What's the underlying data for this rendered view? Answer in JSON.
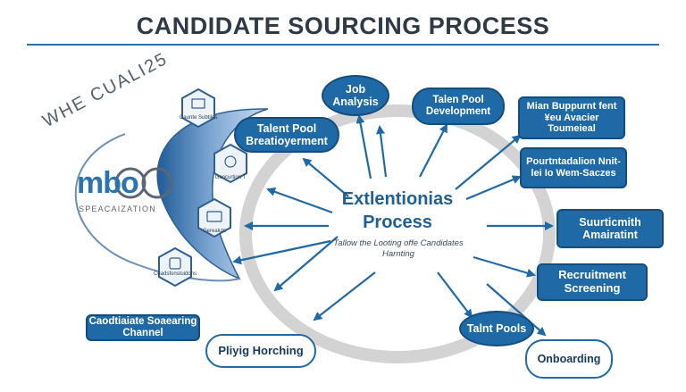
{
  "title": "CANDIDATE SOURCING PROCESS",
  "center": {
    "title": "Extlentionias Process",
    "subtitle": "Tallow the Looting offe Candidates Harnting"
  },
  "logo": {
    "arc_text": "WHE CUALI25",
    "mark": "mbo",
    "subtitle": "SPEACAIZATION"
  },
  "hexagons": [
    {
      "label": "Gaunte Subtiles"
    },
    {
      "label": "Gancurtion T"
    },
    {
      "label": "Gerealuts"
    },
    {
      "label": "Ceadsfonstuidons"
    }
  ],
  "nodes": {
    "job_analysis": "Job Analysis",
    "talent_pool_development": "Talen Pool Development",
    "talent_pool_breatioyerment": "Talent Pool Breatioyerment",
    "major_bupurment": "Mian Buppurnt fent ¥eu Avacier Toumeieal",
    "pourtntadalion": "Pourtntadalion Nnit-lei Io Wem-Saczes",
    "suurticmith": "Suurticmith Amairatint",
    "recruitment_screening": "Recruitment Screening",
    "talnt_pools": "Talnt Pools",
    "onboarding": "Onboarding",
    "playing_horching": "Pliyig Horching",
    "candidate_channel": "Caodtiaiate Soaearing Channel"
  }
}
